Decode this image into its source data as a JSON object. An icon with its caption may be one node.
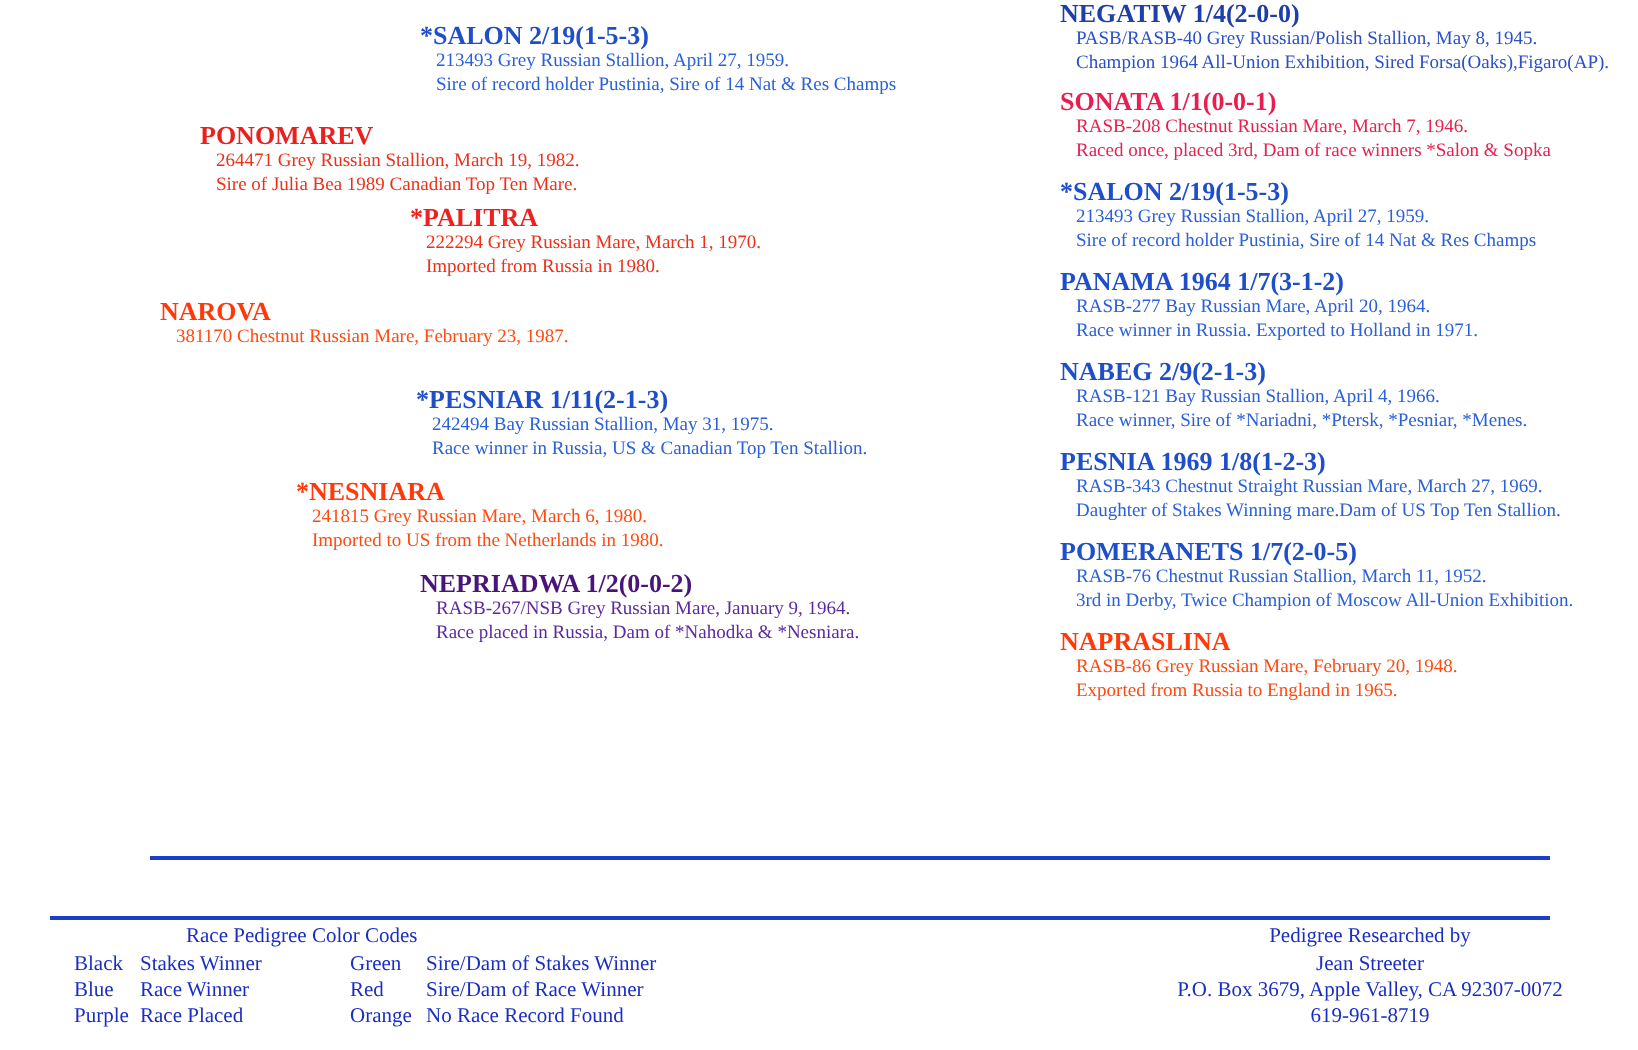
{
  "diagram": {
    "nodes": [
      {
        "text": [
          "*SALON 2/19(1-5-3)",
          "213493 Grey Russian Stallion, April 27, 1959.",
          "Sire of record holder Pustinia, Sire of 14 Nat & Res Champs"
        ]
      },
      {
        "text": [
          "PONOMAREV",
          "264471 Grey Russian Stallion, March 19, 1982.",
          "Sire of Julia Bea 1989 Canadian Top Ten Mare."
        ]
      },
      {
        "text": [
          "*PALITRA",
          "222294 Grey Russian Mare, March 1, 1970.",
          "Imported from Russia in 1980."
        ]
      },
      {
        "text": [
          "NAROVA",
          "381170 Chestnut Russian Mare, February 23, 1987."
        ]
      },
      {
        "text": [
          "*PESNIAR 1/11(2-1-3)",
          "242494 Bay Russian Stallion, May 31, 1975.",
          "Race winner in Russia, US & Canadian Top Ten Stallion."
        ]
      },
      {
        "text": [
          "*NESNIARA",
          "241815 Grey Russian Mare, March 6, 1980.",
          "Imported to US from the Netherlands in 1980."
        ]
      },
      {
        "text": [
          "NEPRIADWA 1/2(0-0-2)",
          "RASB-267/NSB Grey Russian Mare, January 9, 1964.",
          "Race placed in Russia, Dam of *Nahodka & *Nesniara."
        ]
      },
      {
        "text": [
          "NEGATIW 1/4(2-0-0)",
          "PASB/RASB-40 Grey Russian/Polish Stallion, May 8, 1945.",
          "Champion 1964 All-Union Exhibition, Sired Forsa(Oaks),Figaro(AP)."
        ]
      },
      {
        "text": [
          "SONATA 1/1(0-0-1)",
          "RASB-208 Chestnut Russian Mare, March 7, 1946.",
          "Raced once, placed 3rd, Dam of race winners *Salon & Sopka"
        ]
      },
      {
        "text": [
          "*SALON 2/19(1-5-3)",
          "213493 Grey Russian Stallion, April 27, 1959.",
          "Sire of record holder Pustinia, Sire of 14 Nat & Res Champs"
        ]
      },
      {
        "text": [
          "PANAMA 1964 1/7(3-1-2)",
          "RASB-277 Bay Russian Mare, April 20, 1964.",
          "Race winner in Russia. Exported to Holland in 1971."
        ]
      },
      {
        "text": [
          "NABEG 2/9(2-1-3)",
          "RASB-121 Bay Russian Stallion, April 4, 1966.",
          "Race winner, Sire of *Nariadni, *Ptersk, *Pesniar, *Menes."
        ]
      },
      {
        "text": [
          "PESNIA 1969 1/8(1-2-3)",
          "RASB-343 Chestnut Straight Russian Mare, March 27, 1969.",
          "Daughter of Stakes Winning mare.Dam of US Top Ten Stallion."
        ]
      },
      {
        "text": [
          "POMERANETS 1/7(2-0-5)",
          "RASB-76 Chestnut Russian Stallion, March 11, 1952.",
          "3rd in Derby, Twice Champion of Moscow All-Union Exhibition."
        ]
      },
      {
        "text": [
          "NAPRASLINA",
          "RASB-86 Grey Russian Mare, February 20, 1948.",
          "Exported from Russia to England in 1965."
        ]
      }
    ],
    "labels": [
      "Race Pedigree Color Codes",
      "Black",
      "Stakes Winner",
      "Green",
      "Sire/Dam of Stakes Winner",
      "Blue",
      "Race Winner",
      "Red",
      "Sire/Dam of Race Winner",
      "Purple",
      "Race Placed",
      "Orange",
      "No Race Record Found",
      "Pedigree Researched by",
      "Jean Streeter",
      "P.O. Box 3679, Apple Valley, CA 92307-0072",
      "619-961-8719"
    ]
  }
}
